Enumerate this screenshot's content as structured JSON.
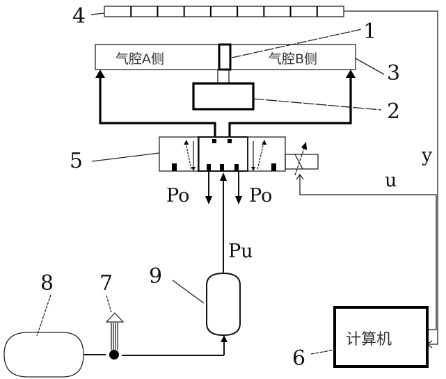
{
  "diagram": {
    "title": "Pneumatic servo position control system schematic",
    "components": [
      {
        "id": "1",
        "name": "piston"
      },
      {
        "id": "2",
        "name": "load"
      },
      {
        "id": "3",
        "name": "rodless cylinder"
      },
      {
        "id": "4",
        "name": "linear displacement sensor"
      },
      {
        "id": "5",
        "name": "proportional directional valve"
      },
      {
        "id": "6",
        "name": "computer"
      },
      {
        "id": "7",
        "name": "relief valve"
      },
      {
        "id": "8",
        "name": "air source"
      },
      {
        "id": "9",
        "name": "air reservoir"
      }
    ],
    "labels": {
      "n1": "1",
      "n2": "2",
      "n3": "3",
      "n4": "4",
      "n5": "5",
      "n6": "6",
      "n7": "7",
      "n8": "8",
      "n9": "9",
      "chamber_a": "气腔A侧",
      "chamber_b": "气腔B侧",
      "computer": "计算机",
      "exhaust_left": "Po",
      "exhaust_right": "Po",
      "supply_pressure": "Pu",
      "control_signal": "u",
      "feedback_signal": "y"
    },
    "sensor_segments": 9
  }
}
